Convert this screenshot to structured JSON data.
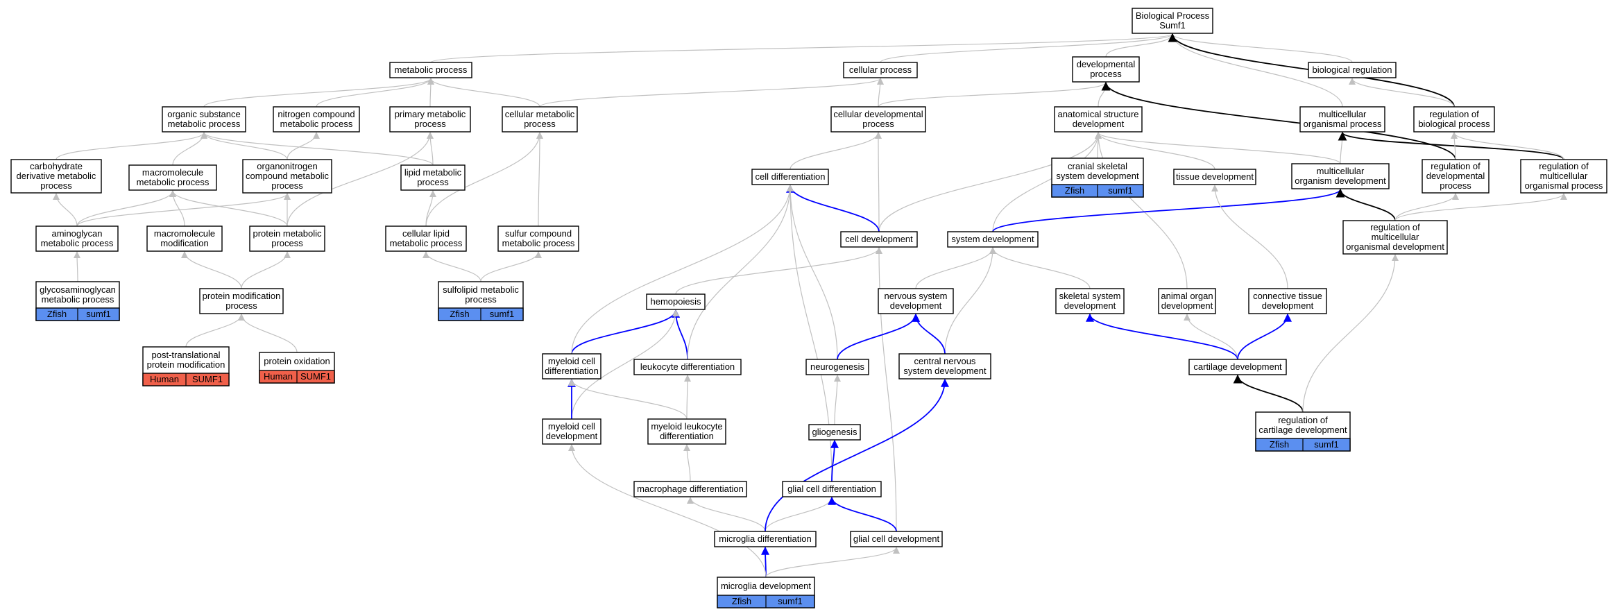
{
  "title": "Biological Process Sumf1",
  "colors": {
    "edge_gray": "#c0c0c0",
    "edge_blue": "#0000ff",
    "edge_black": "#000000",
    "zfish": "#5b8ff0",
    "human": "#f0604a"
  },
  "nodes": [
    {
      "id": "root",
      "lines": [
        "Biological Process",
        "Sumf1"
      ]
    },
    {
      "id": "metabolic",
      "lines": [
        "metabolic process"
      ]
    },
    {
      "id": "cellular",
      "lines": [
        "cellular process"
      ]
    },
    {
      "id": "devproc",
      "lines": [
        "developmental",
        "process"
      ]
    },
    {
      "id": "bioreg",
      "lines": [
        "biological regulation"
      ]
    },
    {
      "id": "orgsub",
      "lines": [
        "organic substance",
        "metabolic process"
      ]
    },
    {
      "id": "nitrogen",
      "lines": [
        "nitrogen compound",
        "metabolic process"
      ]
    },
    {
      "id": "primary",
      "lines": [
        "primary metabolic",
        "process"
      ]
    },
    {
      "id": "cellmet",
      "lines": [
        "cellular metabolic",
        "process"
      ]
    },
    {
      "id": "celldevproc",
      "lines": [
        "cellular developmental",
        "process"
      ]
    },
    {
      "id": "anatomical",
      "lines": [
        "anatomical structure",
        "development"
      ]
    },
    {
      "id": "multiorg",
      "lines": [
        "multicellular",
        "organismal process"
      ]
    },
    {
      "id": "regbio",
      "lines": [
        "regulation of",
        "biological process"
      ]
    },
    {
      "id": "carbo",
      "lines": [
        "carbohydrate",
        "derivative metabolic",
        "process"
      ]
    },
    {
      "id": "macromol",
      "lines": [
        "macromolecule",
        "metabolic process"
      ]
    },
    {
      "id": "organonitrogen",
      "lines": [
        "organonitrogen",
        "compound metabolic",
        "process"
      ]
    },
    {
      "id": "lipidmet",
      "lines": [
        "lipid metabolic",
        "process"
      ]
    },
    {
      "id": "celldiff",
      "lines": [
        "cell differentiation"
      ]
    },
    {
      "id": "cranial",
      "lines": [
        "cranial skeletal",
        "system development"
      ],
      "tags": [
        {
          "species": "Zfish",
          "gene": "sumf1",
          "kind": "zfish"
        }
      ]
    },
    {
      "id": "tissue",
      "lines": [
        "tissue development"
      ]
    },
    {
      "id": "multiorgdev",
      "lines": [
        "multicellular",
        "organism development"
      ]
    },
    {
      "id": "regdevproc",
      "lines": [
        "regulation of",
        "developmental",
        "process"
      ]
    },
    {
      "id": "regmulti",
      "lines": [
        "regulation of",
        "multicellular",
        "organismal process"
      ]
    },
    {
      "id": "aminoglycan",
      "lines": [
        "aminoglycan",
        "metabolic process"
      ]
    },
    {
      "id": "macromod",
      "lines": [
        "macromolecule",
        "modification"
      ]
    },
    {
      "id": "protmet",
      "lines": [
        "protein metabolic",
        "process"
      ]
    },
    {
      "id": "celllipid",
      "lines": [
        "cellular lipid",
        "metabolic process"
      ]
    },
    {
      "id": "sulfur",
      "lines": [
        "sulfur compound",
        "metabolic process"
      ]
    },
    {
      "id": "celldev",
      "lines": [
        "cell development"
      ]
    },
    {
      "id": "sysdev",
      "lines": [
        "system development"
      ]
    },
    {
      "id": "regmultidev",
      "lines": [
        "regulation of",
        "multicellular",
        "organismal development"
      ]
    },
    {
      "id": "glycos",
      "lines": [
        "glycosaminoglycan",
        "metabolic process"
      ],
      "tags": [
        {
          "species": "Zfish",
          "gene": "sumf1",
          "kind": "zfish"
        }
      ]
    },
    {
      "id": "protmod",
      "lines": [
        "protein modification",
        "process"
      ]
    },
    {
      "id": "sulfolipid",
      "lines": [
        "sulfolipid metabolic",
        "process"
      ],
      "tags": [
        {
          "species": "Zfish",
          "gene": "sumf1",
          "kind": "zfish"
        }
      ]
    },
    {
      "id": "hemo",
      "lines": [
        "hemopoiesis"
      ]
    },
    {
      "id": "nervous",
      "lines": [
        "nervous system",
        "development"
      ]
    },
    {
      "id": "skeletal",
      "lines": [
        "skeletal system",
        "development"
      ]
    },
    {
      "id": "animalorgan",
      "lines": [
        "animal organ",
        "development"
      ]
    },
    {
      "id": "connective",
      "lines": [
        "connective tissue",
        "development"
      ]
    },
    {
      "id": "posttrans",
      "lines": [
        "post-translational",
        "protein modification"
      ],
      "tags": [
        {
          "species": "Human",
          "gene": "SUMF1",
          "kind": "human"
        }
      ]
    },
    {
      "id": "protox",
      "lines": [
        "protein oxidation"
      ],
      "tags": [
        {
          "species": "Human",
          "gene": "SUMF1",
          "kind": "human"
        }
      ]
    },
    {
      "id": "myeloiddiff",
      "lines": [
        "myeloid cell",
        "differentiation"
      ]
    },
    {
      "id": "leukodiff",
      "lines": [
        "leukocyte differentiation"
      ]
    },
    {
      "id": "neurogen",
      "lines": [
        "neurogenesis"
      ]
    },
    {
      "id": "cns",
      "lines": [
        "central nervous",
        "system development"
      ]
    },
    {
      "id": "cartilage",
      "lines": [
        "cartilage development"
      ]
    },
    {
      "id": "myeloiddev",
      "lines": [
        "myeloid cell",
        "development"
      ]
    },
    {
      "id": "myeloidleuko",
      "lines": [
        "myeloid leukocyte",
        "differentiation"
      ]
    },
    {
      "id": "gliogen",
      "lines": [
        "gliogenesis"
      ]
    },
    {
      "id": "regcart",
      "lines": [
        "regulation of",
        "cartilage development"
      ],
      "tags": [
        {
          "species": "Zfish",
          "gene": "sumf1",
          "kind": "zfish"
        }
      ]
    },
    {
      "id": "macrodiff",
      "lines": [
        "macrophage differentiation"
      ]
    },
    {
      "id": "glialdiff",
      "lines": [
        "glial cell differentiation"
      ]
    },
    {
      "id": "microdiff",
      "lines": [
        "microglia differentiation"
      ]
    },
    {
      "id": "glialdev",
      "lines": [
        "glial cell development"
      ]
    },
    {
      "id": "microdev",
      "lines": [
        "microglia development"
      ],
      "tags": [
        {
          "species": "Zfish",
          "gene": "sumf1",
          "kind": "zfish"
        }
      ]
    }
  ]
}
